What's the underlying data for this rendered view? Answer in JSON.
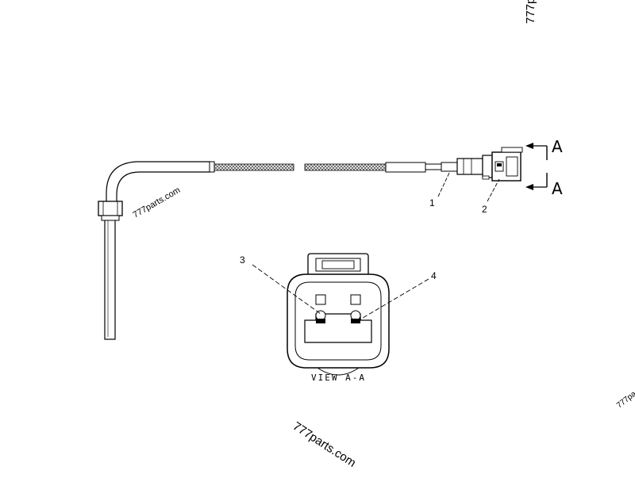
{
  "watermarks": {
    "main": "777parts.com",
    "near_sensor": "777parts.com",
    "top_right": "777p",
    "right_edge": "777pa"
  },
  "callouts": {
    "c1": "1",
    "c2": "2",
    "c3": "3",
    "c4": "4"
  },
  "section": {
    "top_letter": "A",
    "bottom_letter": "A"
  },
  "view_caption": "VIEW A-A"
}
